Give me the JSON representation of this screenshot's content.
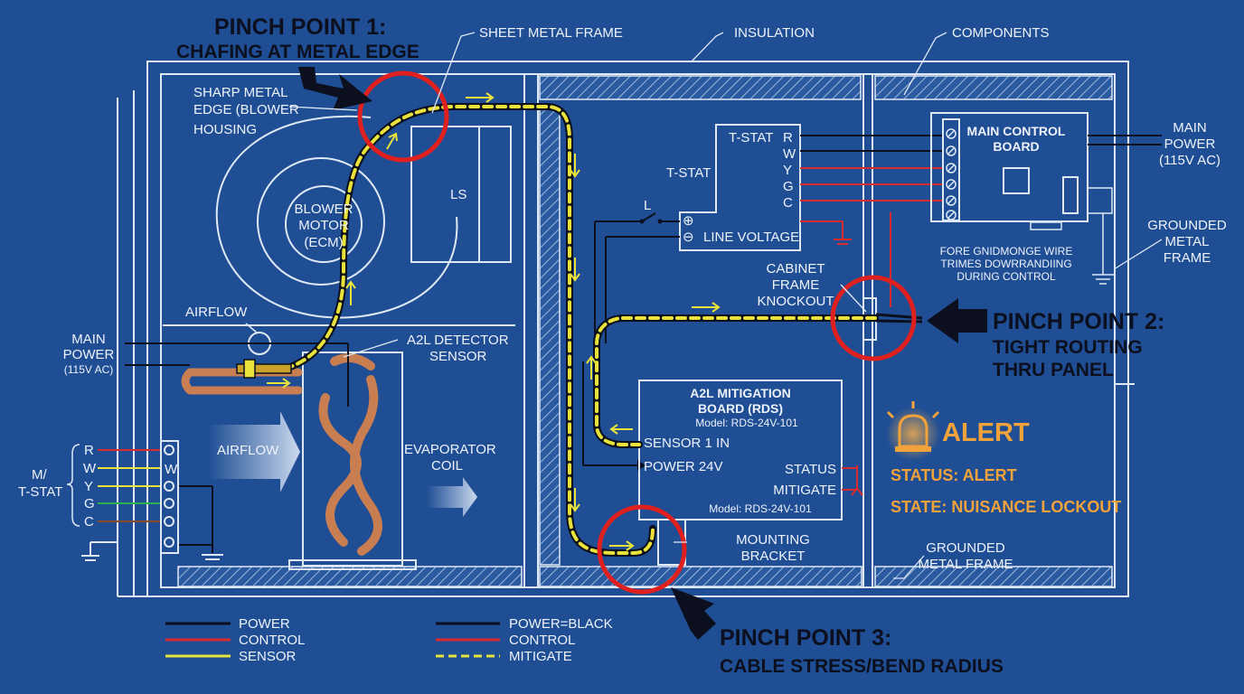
{
  "pinch_points": [
    {
      "title": "PINCH POINT 1:",
      "subtitle": "CHAFING AT METAL EDGE"
    },
    {
      "title": "PINCH POINT 2:",
      "subtitle_lines": [
        "TIGHT ROUTING",
        "THRU PANEL"
      ]
    },
    {
      "title": "PINCH POINT 3:",
      "subtitle": "CABLE STRESS/BEND RADIUS"
    }
  ],
  "callouts": {
    "sheet_metal_frame": "SHEET METAL FRAME",
    "insulation": "INSULATION",
    "components": "COMPONENTS",
    "sharp_edge_lines": [
      "SHARP METAL",
      "EDGE (BLOWER",
      "HOUSING"
    ],
    "blower_motor_lines": [
      "BLOWER",
      "MOTOR",
      "(ECM)"
    ],
    "ls": "LS",
    "airflow_top": "AIRFLOW",
    "airflow_left": "AIRFLOW",
    "a2l_sensor_lines": [
      "A2L DETECTOR",
      "SENSOR"
    ],
    "evaporator_lines": [
      "EVAPORATOR",
      "COIL"
    ],
    "cabinet_knockout_lines": [
      "CABINET",
      "FRAME",
      "KNOCKOUT"
    ],
    "mounting_bracket_lines": [
      "MOUNTING",
      "BRACKET"
    ],
    "grounded_frame_bottom_lines": [
      "GROUNDED",
      "METAL FRAME"
    ],
    "grounded_frame_right_lines": [
      "GROUNDED",
      "METAL",
      "FRAME"
    ],
    "main_power_left_lines": [
      "MAIN",
      "POWER",
      "(115V AC)"
    ],
    "main_power_right_lines": [
      "MAIN",
      "POWER",
      "(115V AC)"
    ],
    "tstat_left_lines": [
      "M/",
      "T-STAT"
    ],
    "tstat_terminals": [
      "R",
      "W",
      "Y",
      "G",
      "C"
    ],
    "tstat_box_title": "T-STAT",
    "tstat_box_side": "T-STAT",
    "switch_label": "L",
    "line_voltage": "LINE VOLTAGE",
    "plus_sign": "⊕",
    "minus_sign": "⊖"
  },
  "main_control_board": {
    "title_lines": [
      "MAIN CONTROL",
      "BOARD"
    ],
    "note_lines": [
      "FORE GNIDMONGE WIRE",
      "TRIMES DOWRRANDIING",
      "DURING CONTROL"
    ]
  },
  "mitigation_board": {
    "title_lines": [
      "A2L MITIGATION",
      "BOARD (RDS)"
    ],
    "model_top": "Model: RDS-24V-101",
    "model_bottom": "Model: RDS-24V-101",
    "sensor_in": "SENSOR 1 IN",
    "power": "POWER 24V",
    "status": "STATUS",
    "mitigate": "MITIGATE"
  },
  "alert": {
    "title": "ALERT",
    "status": "STATUS: ALERT",
    "state": "STATE: NUISANCE LOCKOUT"
  },
  "legend": [
    {
      "label": "POWER",
      "color": "#0b0f1e",
      "dashed": false
    },
    {
      "label": "CONTROL",
      "color": "#d92b2b",
      "dashed": false
    },
    {
      "label": "SENSOR",
      "color": "#e8e23a",
      "dashed": false
    },
    {
      "label": "POWER=BLACK",
      "color": "#0b0f1e",
      "dashed": false
    },
    {
      "label": "CONTROL",
      "color": "#d92b2b",
      "dashed": false
    },
    {
      "label": "MITIGATE",
      "color": "#e8e23a",
      "dashed": true
    }
  ],
  "colors": {
    "background": "#1f4e94",
    "line": "#dfe8f5",
    "sensor_cable": "#e8e23a",
    "pinch_ring": "#e0201f",
    "control": "#d92b2b",
    "power": "#0b0f1e",
    "alert": "#f2a23a",
    "copper": "#c97e52"
  }
}
